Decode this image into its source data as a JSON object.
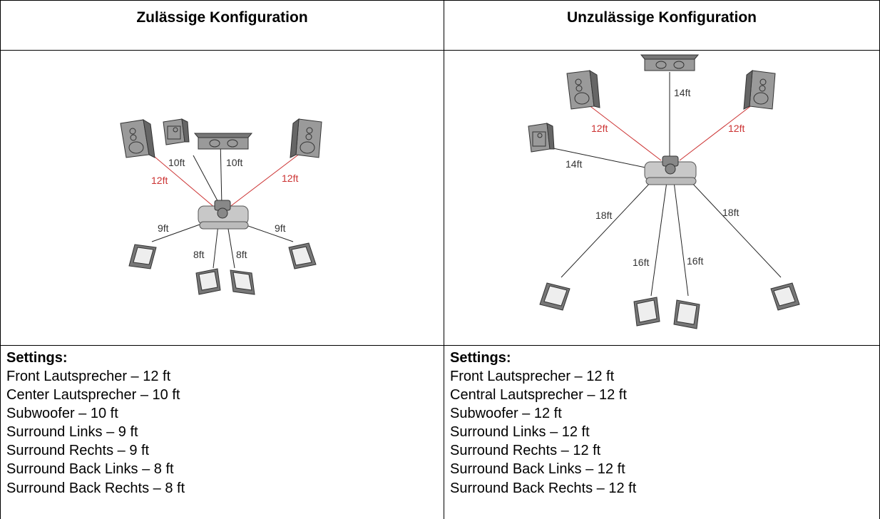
{
  "columns": [
    {
      "header": "Zulässige Konfiguration",
      "diagram_labels": [
        "10ft",
        "10ft",
        "12ft",
        "12ft",
        "9ft",
        "9ft",
        "8ft",
        "8ft"
      ],
      "settings_title": "Settings:",
      "settings": [
        "Front Lautsprecher – 12 ft",
        "Center Lautsprecher – 10 ft",
        "Subwoofer – 10 ft",
        "Surround Links – 9 ft",
        "Surround Rechts – 9 ft",
        "Surround Back Links – 8 ft",
        "Surround Back Rechts – 8 ft"
      ]
    },
    {
      "header": "Unzulässige Konfiguration",
      "diagram_labels": [
        "14ft",
        "12ft",
        "12ft",
        "14ft",
        "18ft",
        "18ft",
        "16ft",
        "16ft"
      ],
      "settings_title": "Settings:",
      "settings": [
        "Front Lautsprecher – 12 ft",
        "Central Lautsprecher – 12 ft",
        "Subwoofer – 12 ft",
        "Surround Links – 12 ft",
        "Surround Rechts – 12 ft",
        "Surround Back Links – 12 ft",
        "Surround Back Rechts – 12 ft"
      ]
    }
  ],
  "colors": {
    "incorrect_distance": "#cc3333",
    "normal_line": "#222222",
    "speaker_fill": "#9a9a9a"
  }
}
